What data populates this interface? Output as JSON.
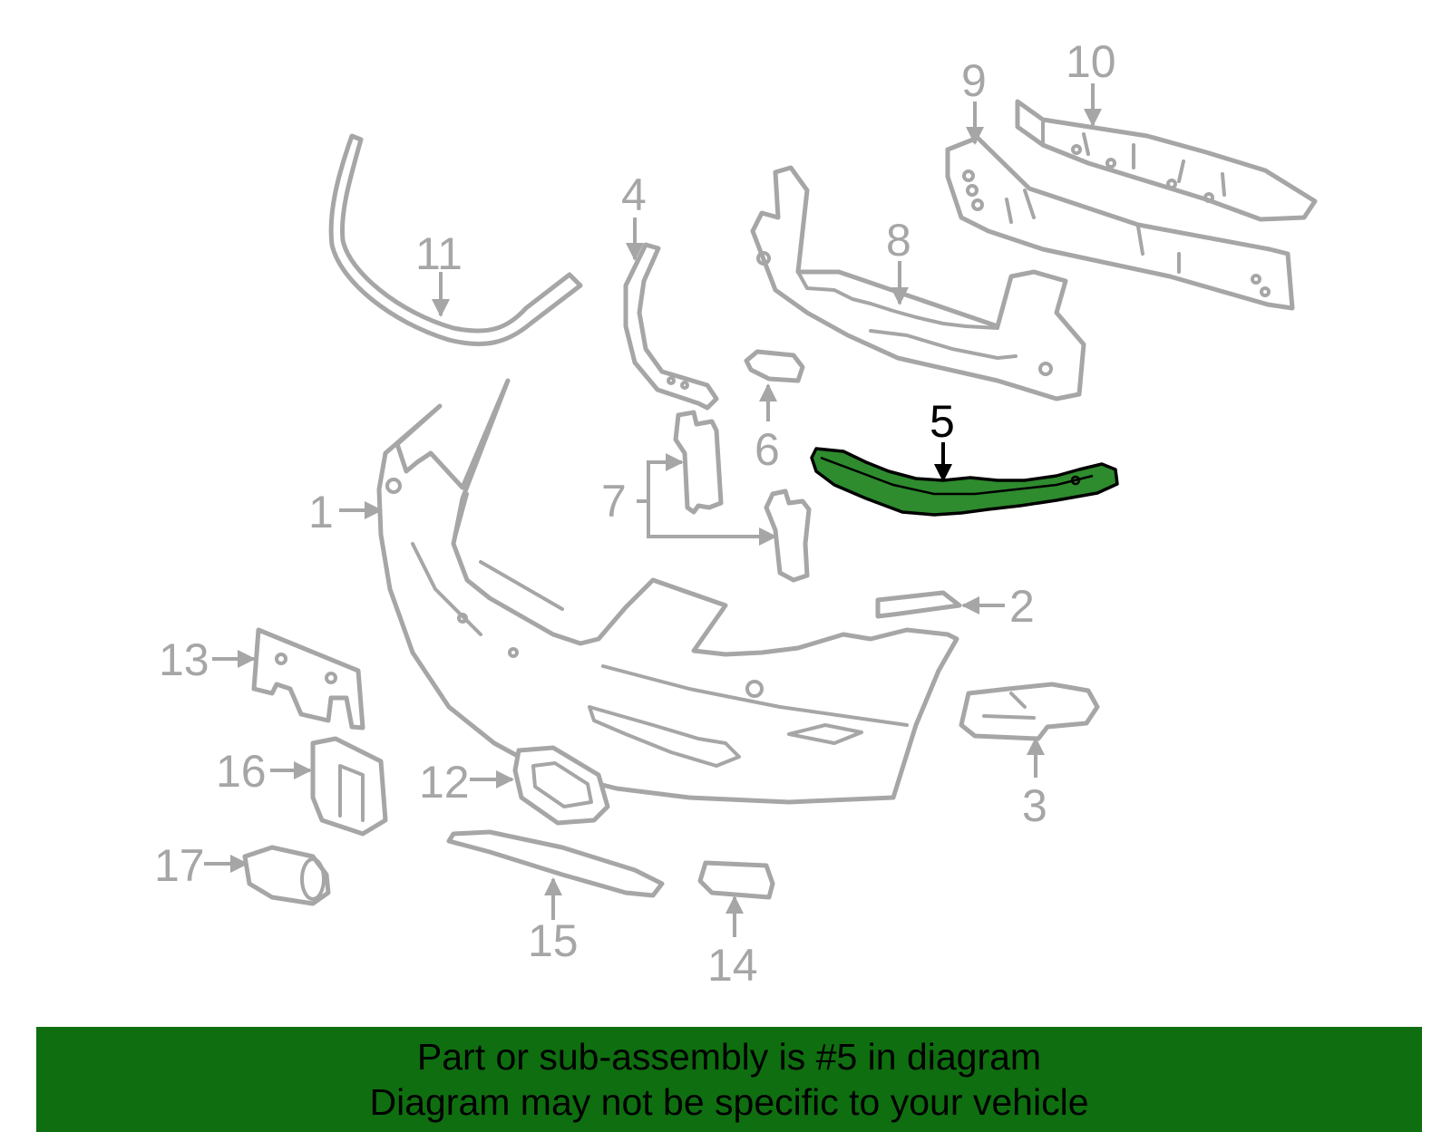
{
  "callouts": [
    "1",
    "2",
    "3",
    "4",
    "5",
    "6",
    "7",
    "8",
    "9",
    "10",
    "11",
    "12",
    "13",
    "14",
    "15",
    "16",
    "17"
  ],
  "highlighted_part": "5",
  "colors": {
    "part_outline": "#a6a6a6",
    "highlight_fill": "#2e8b2e",
    "banner_bg": "#0f6e10",
    "text_dark": "#000000"
  },
  "banner": {
    "line1": "Part or sub-assembly is #5 in diagram",
    "line2": "Diagram may not be specific to your vehicle"
  }
}
